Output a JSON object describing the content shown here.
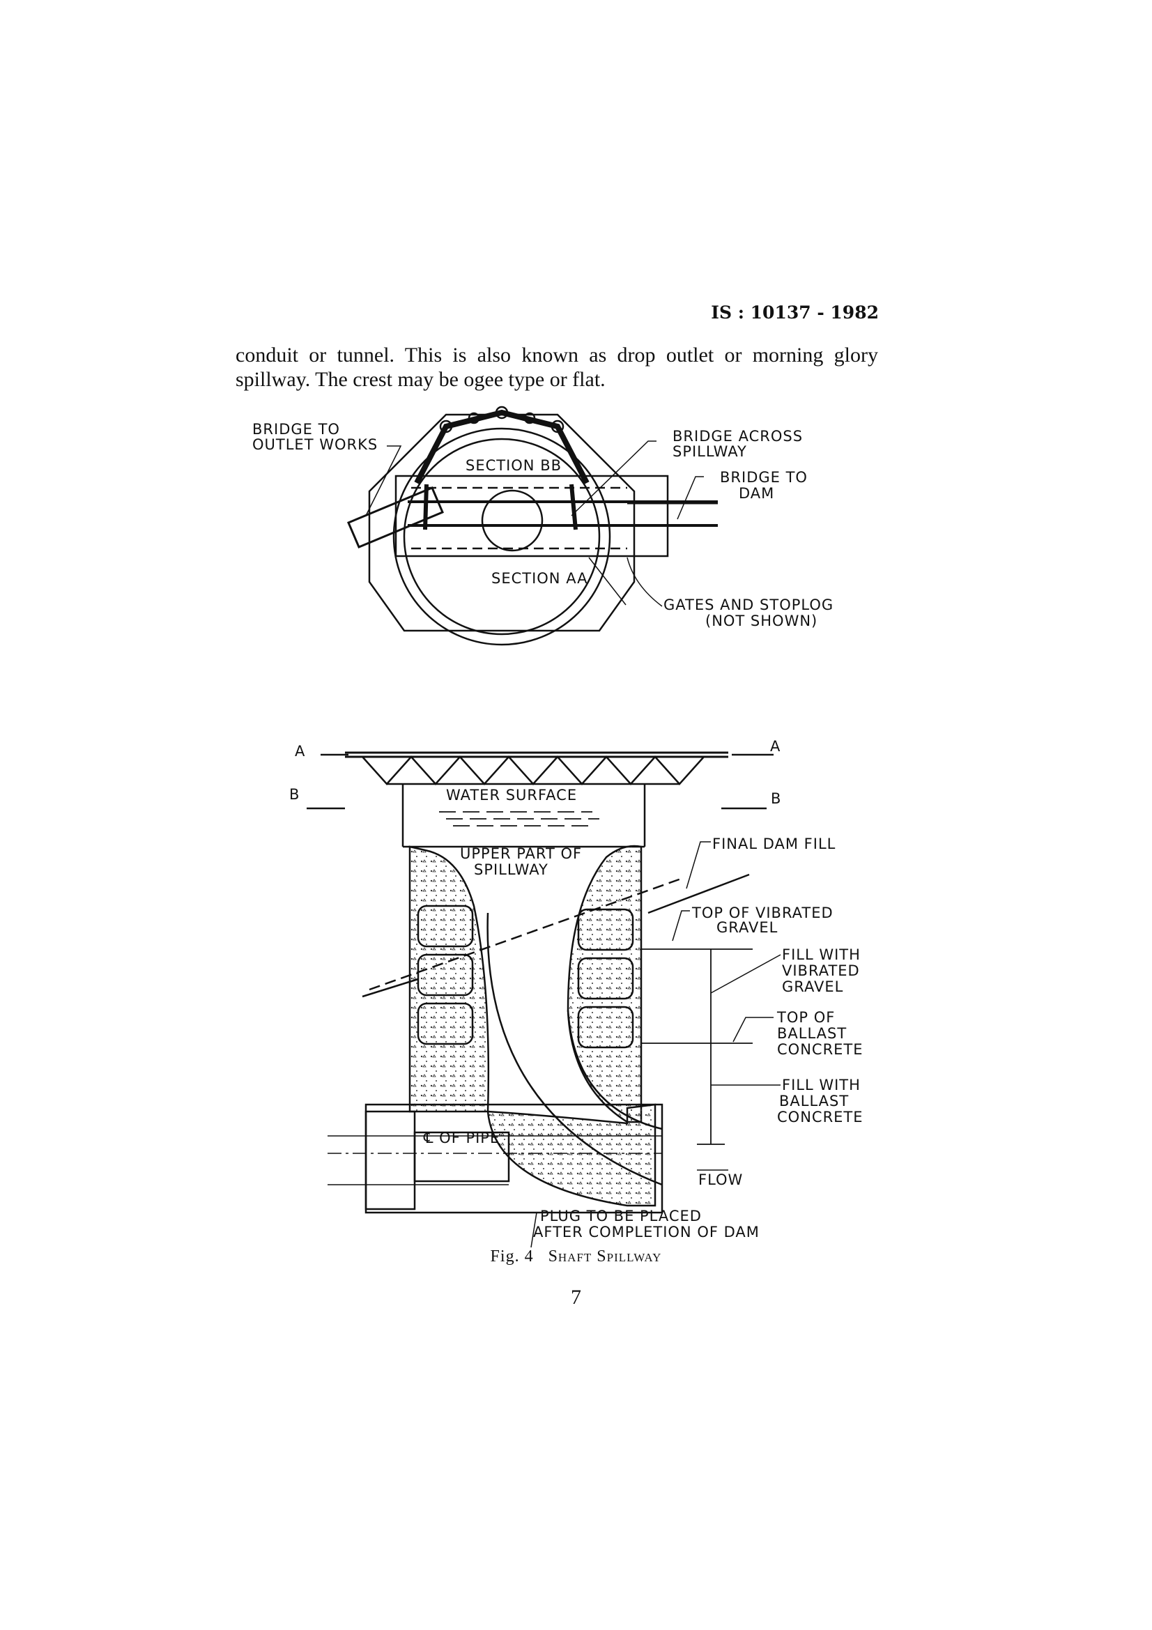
{
  "header": {
    "standard_number": "IS : 10137 - 1982"
  },
  "body_text": {
    "line1": "conduit or tunnel. This is also known as drop outlet or morning glory",
    "line2": "spillway. The crest may be ogee type or flat."
  },
  "figure": {
    "plan_labels": {
      "bridge_to_outlet_l1": "BRIDGE TO",
      "bridge_to_outlet_l2": "OUTLET WORKS",
      "section_bb": "SECTION BB",
      "section_aa": "SECTION AA",
      "bridge_across_l1": "BRIDGE ACROSS",
      "bridge_across_l2": "SPILLWAY",
      "bridge_to_dam_l1": "BRIDGE TO",
      "bridge_to_dam_l2": "DAM",
      "gates_l1": "GATES AND STOPLOG",
      "gates_l2": "(NOT SHOWN)"
    },
    "section_labels": {
      "a_left": "A",
      "b_left": "B",
      "a_right": "A",
      "b_right": "B",
      "water_surface": "WATER SURFACE",
      "upper_part_l1": "UPPER PART OF",
      "upper_part_l2": "SPILLWAY",
      "final_dam_fill": "FINAL DAM FILL",
      "top_vib_l1": "TOP OF VIBRATED",
      "top_vib_l2": "GRAVEL",
      "fill_vib_l1": "FILL WITH",
      "fill_vib_l2": "VIBRATED",
      "fill_vib_l3": "GRAVEL",
      "top_ballast_l1": "TOP OF",
      "top_ballast_l2": "BALLAST",
      "top_ballast_l3": "CONCRETE",
      "fill_ballast_l1": "FILL WITH",
      "fill_ballast_l2": "BALLAST",
      "fill_ballast_l3": "CONCRETE",
      "of_pipe": "℄ OF PIPE",
      "flow": "FLOW",
      "plug_l1": "PLUG TO BE PLACED",
      "plug_l2": "AFTER COMPLETION OF DAM"
    },
    "caption_prefix": "Fig. 4",
    "caption_title": "Shaft Spillway"
  },
  "page_number": "7"
}
